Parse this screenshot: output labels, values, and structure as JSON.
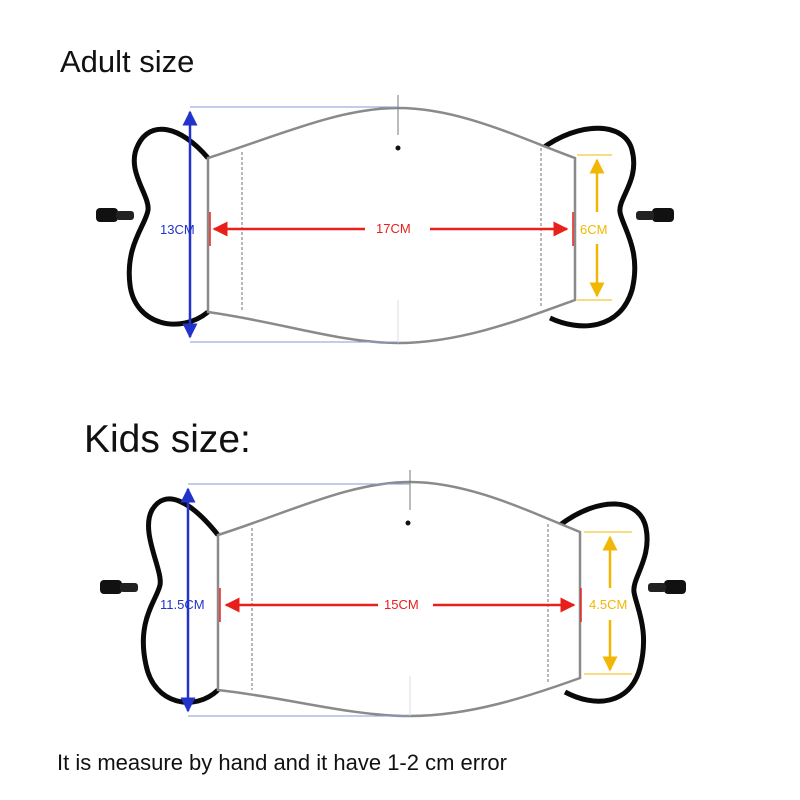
{
  "adult": {
    "title": "Adult size",
    "height_label": "13CM",
    "width_label": "17CM",
    "side_label": "6CM"
  },
  "kids": {
    "title": "Kids size:",
    "height_label": "11.5CM",
    "width_label": "15CM",
    "side_label": "4.5CM"
  },
  "note": "It is measure by hand and it have 1-2 cm error",
  "colors": {
    "height_arrow": "#2233cc",
    "width_arrow": "#e8201c",
    "side_arrow": "#f2b705",
    "strap": "#0a0a0a",
    "mask_outline": "#8a8a8a"
  }
}
